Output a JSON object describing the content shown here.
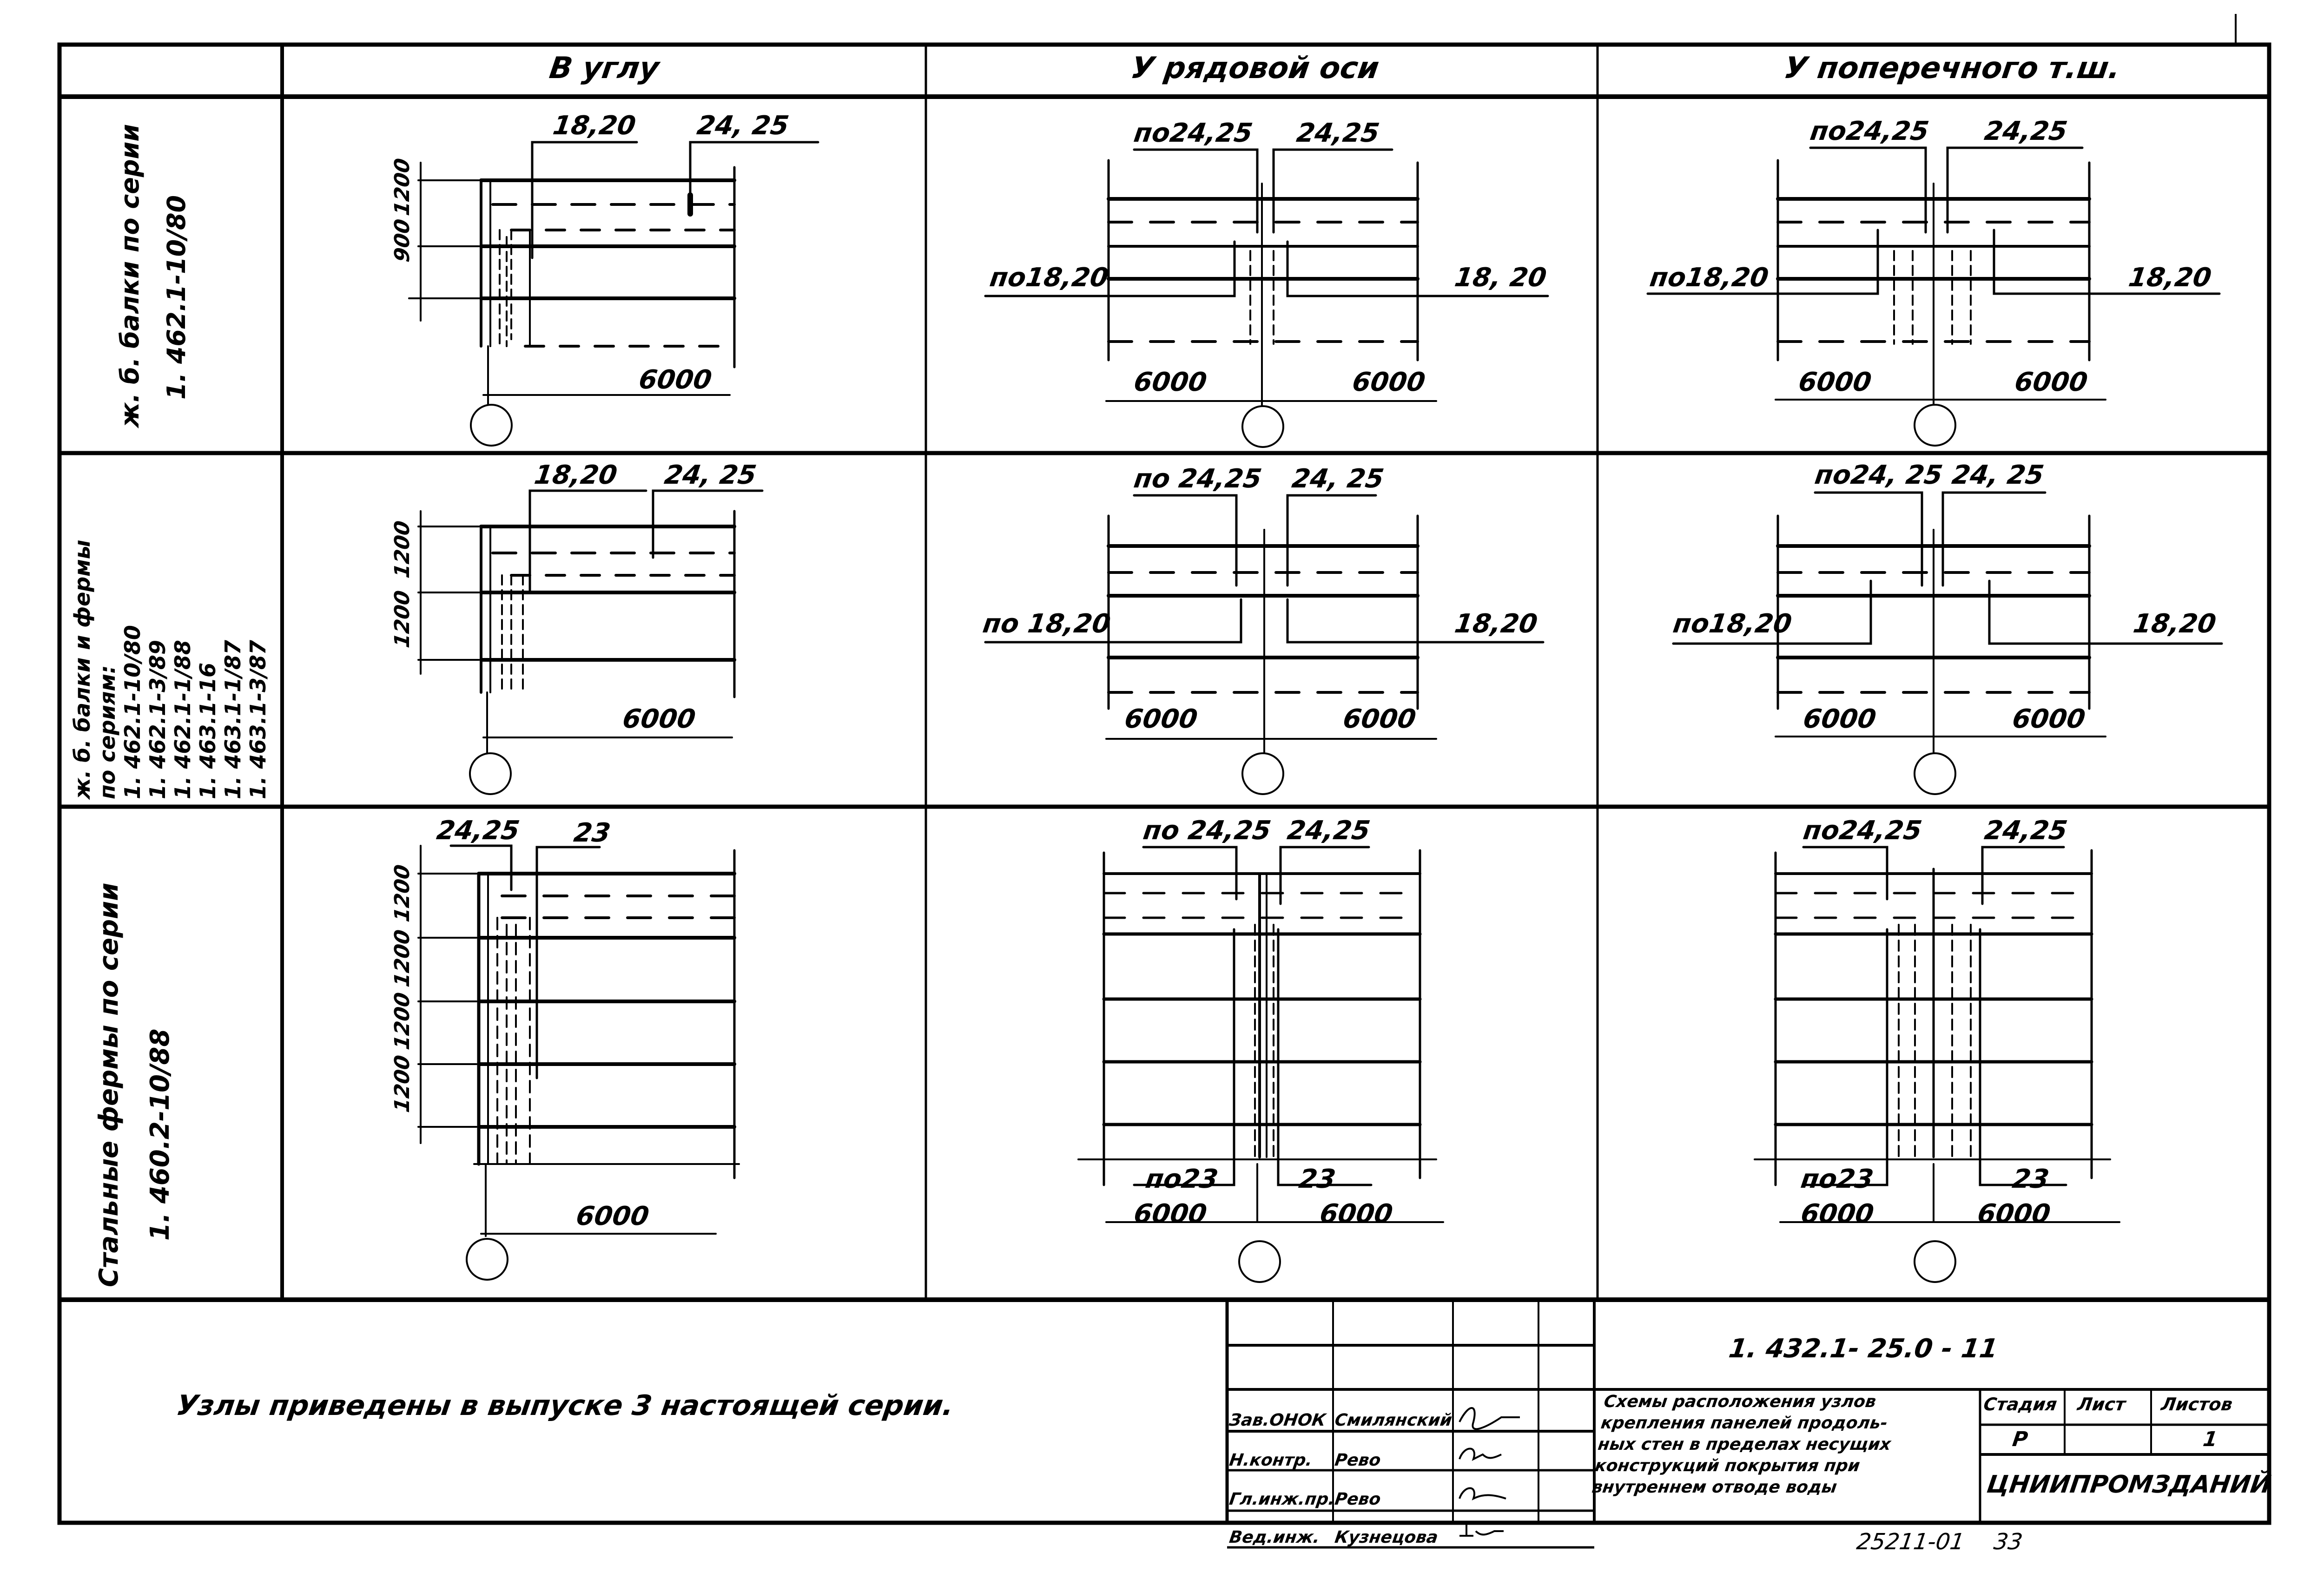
{
  "table": {
    "columns": [
      {
        "label": ""
      },
      {
        "label": "В углу"
      },
      {
        "label": "У рядовой оси"
      },
      {
        "label": "У поперечного т.ш."
      }
    ],
    "rows": [
      {
        "label_lines": [
          "ж. б. балки по серии",
          "1. 462.1-10/80"
        ],
        "cells": [
          {
            "callouts": [
              "18,20",
              "24, 25"
            ],
            "dims_vertical": [
              "900",
              "1200"
            ],
            "dim_horizontal": "6000"
          },
          {
            "callouts": [
              "по24,25",
              "24,25",
              "по18,20",
              "18, 20"
            ],
            "dims_horizontal": [
              "6000",
              "6000"
            ]
          },
          {
            "callouts": [
              "по24,25",
              "24,25",
              "по18,20",
              "18,20"
            ],
            "dims_horizontal": [
              "6000",
              "6000"
            ]
          }
        ]
      },
      {
        "label_lines": [
          "ж. б. балки и фермы",
          "по сериям:",
          "1. 462.1-10/80",
          "1. 462.1-3/89",
          "1. 462.1-1/88",
          "1. 463.1-16",
          "1. 463.1-1/87",
          "1. 463.1-3/87"
        ],
        "cells": [
          {
            "callouts": [
              "18,20",
              "24, 25"
            ],
            "dims_vertical": [
              "1200",
              "1200"
            ],
            "dim_horizontal": "6000"
          },
          {
            "callouts": [
              "по 24,25",
              "24, 25",
              "по 18,20",
              "18,20"
            ],
            "dims_horizontal": [
              "6000",
              "6000"
            ]
          },
          {
            "callouts": [
              "по24, 25",
              "24, 25",
              "по18,20",
              "18,20"
            ],
            "dims_horizontal": [
              "6000",
              "6000"
            ]
          }
        ]
      },
      {
        "label_lines": [
          "Стальные фермы по серии",
          "1. 460.2-10/88"
        ],
        "cells": [
          {
            "callouts": [
              "24,25",
              "23"
            ],
            "dims_vertical": [
              "1200",
              "1200",
              "1200",
              "1200"
            ],
            "dim_horizontal": "6000"
          },
          {
            "callouts": [
              "по 24,25",
              "24,25",
              "по23",
              "23"
            ],
            "dims_horizontal": [
              "6000",
              "6000"
            ]
          },
          {
            "callouts": [
              "по24,25",
              "24,25",
              "по23",
              "23"
            ],
            "dims_horizontal": [
              "6000",
              "6000"
            ]
          }
        ]
      }
    ]
  },
  "note": "Узлы приведены   в выпуске 3 настоящей серии.",
  "title_block": {
    "document_code": "1. 432.1- 25.0 - 11",
    "description_lines": [
      "Схемы расположения узлов",
      "крепления панелей продоль-",
      "ных стен в пределах несущих",
      "конструкций покрытия при",
      "внутреннем отводе воды"
    ],
    "stage_label": "Стадия",
    "sheet_label": "Лист",
    "sheets_label": "Листов",
    "stage_value": "Р",
    "sheet_value": "",
    "sheets_value": "1",
    "organization": "ЦНИИПРОМЗДАНИЙ",
    "signatures": [
      {
        "role": "Зав.ОНОК",
        "name": "Смилянский",
        "sign": "подпись"
      },
      {
        "role": "Н.контр.",
        "name": "Рево",
        "sign": "подпись"
      },
      {
        "role": "Гл.инж.пр.",
        "name": "Рево",
        "sign": "подпись"
      },
      {
        "role": "Вед.инж.",
        "name": "Кузнецова",
        "sign": "подпись"
      }
    ]
  },
  "footer": {
    "archive_number": "25211-01",
    "page_number": "33"
  }
}
